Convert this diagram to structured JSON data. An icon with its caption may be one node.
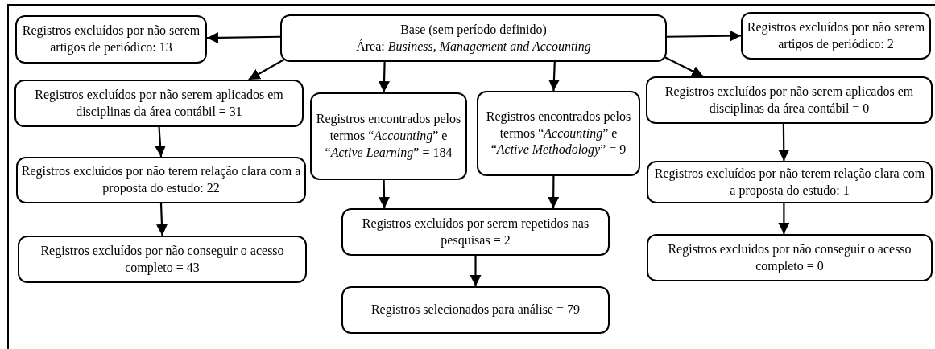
{
  "diagram": {
    "nodes": [
      {
        "text": [
          "Base (sem período definido)",
          "Área: *Business, Management and Accounting*"
        ]
      },
      {
        "text": [
          "Registros excluídos por não serem artigos de periódico: 13"
        ]
      },
      {
        "text": [
          "Registros excluídos por não serem artigos de periódico: 2"
        ]
      },
      {
        "text": [
          "Registros excluídos por não serem aplicados em disciplinas da área contábil = 31"
        ]
      },
      {
        "text": [
          "Registros excluídos por não terem relação clara com a proposta do estudo: 22"
        ]
      },
      {
        "text": [
          "Registros excluídos por não conseguir o acesso completo = 43"
        ]
      },
      {
        "text": [
          "Registros encontrados pelos termos “*Accounting*” e “*Active Learning*” = 184"
        ]
      },
      {
        "text": [
          "Registros encontrados pelos termos “*Accounting*” e “*Active Methodology*” = 9"
        ]
      },
      {
        "text": [
          "Registros excluídos por serem repetidos nas pesquisas = 2"
        ]
      },
      {
        "text": [
          "Registros selecionados para análise = 79"
        ]
      },
      {
        "text": [
          "Registros excluídos por não serem aplicados em disciplinas da área contábil = 0"
        ]
      },
      {
        "text": [
          "Registros excluídos por não terem relação clara com a proposta do estudo: 1"
        ]
      },
      {
        "text": [
          "Registros excluídos por não conseguir o acesso completo = 0"
        ]
      }
    ],
    "edges": [
      {
        "from": 0,
        "to": 1,
        "arrow": "to"
      },
      {
        "from": 0,
        "to": 2,
        "arrow": "to"
      },
      {
        "from": 0,
        "to": 3,
        "arrow": "to"
      },
      {
        "from": 0,
        "to": 6,
        "arrow": "to"
      },
      {
        "from": 0,
        "to": 7,
        "arrow": "to"
      },
      {
        "from": 0,
        "to": 10,
        "arrow": "to"
      },
      {
        "from": 3,
        "to": 4,
        "arrow": "to"
      },
      {
        "from": 4,
        "to": 5,
        "arrow": "to"
      },
      {
        "from": 6,
        "to": 8,
        "arrow": "to"
      },
      {
        "from": 7,
        "to": 8,
        "arrow": "to"
      },
      {
        "from": 8,
        "to": 9,
        "arrow": "to"
      },
      {
        "from": 10,
        "to": 11,
        "arrow": "to"
      },
      {
        "from": 11,
        "to": 12,
        "arrow": "to"
      }
    ]
  }
}
